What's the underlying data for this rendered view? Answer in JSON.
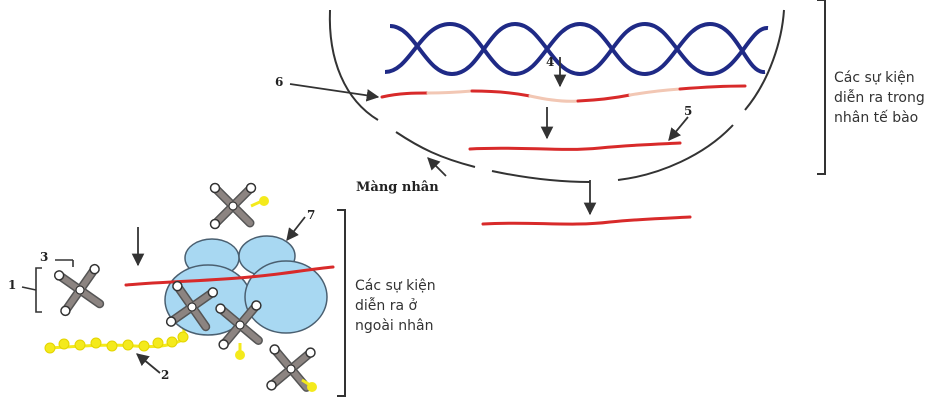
{
  "labels": {
    "n1": "1",
    "n2": "2",
    "n3": "3",
    "n4": "4",
    "n5": "5",
    "n6": "6",
    "n7": "7",
    "membrane": "Màng nhân",
    "inside": [
      "Các sự kiện",
      "diễn ra trong",
      "nhân tế bào"
    ],
    "outside": [
      "Các sự kiện",
      "diễn ra ở",
      "ngoài nhân"
    ]
  },
  "colors": {
    "dna": "#1f2a86",
    "mrna": "#d82a2a",
    "intron": "#f2c7b4",
    "ribosome": "#a8d8f2",
    "ribosome_edge": "#4a5f70",
    "trna": "#8c8481",
    "amino": "#f4ea1c",
    "line": "#333333"
  },
  "icons": [
    "trna-icon",
    "amino-acid-chain-icon",
    "ribosome-icon",
    "dna-double-helix-icon"
  ]
}
